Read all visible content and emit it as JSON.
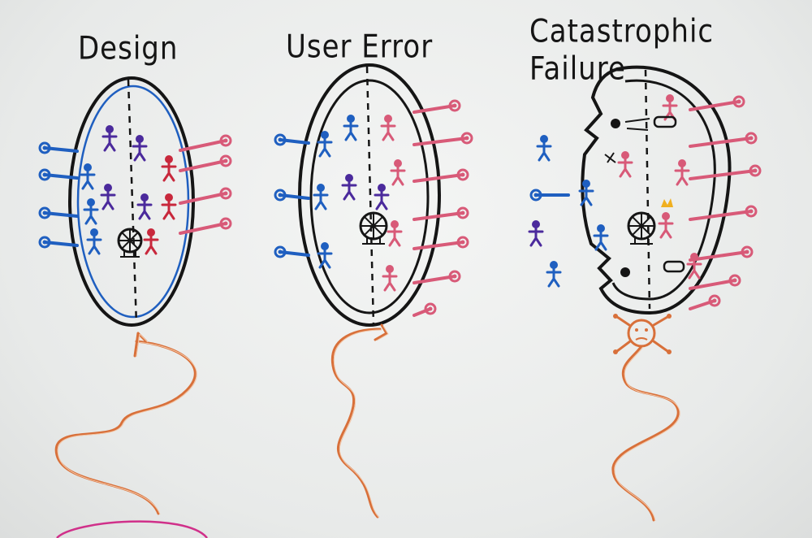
{
  "panels": [
    {
      "title": "Design"
    },
    {
      "title": "User Error"
    },
    {
      "title": "Catastrophic Failure"
    }
  ],
  "colors": {
    "outline": "#151515",
    "blue": "#1f5fc0",
    "purple": "#4b2a9c",
    "pink": "#d85a78",
    "red": "#c8283c",
    "tail": "#d8703a",
    "accent_magenta": "#d0308a",
    "crown": "#f0b020"
  }
}
